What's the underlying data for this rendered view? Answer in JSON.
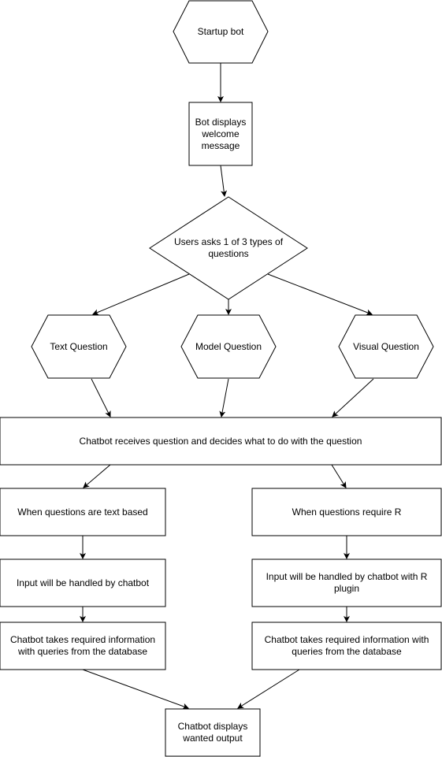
{
  "diagram": {
    "nodes": {
      "startup": "Startup bot",
      "welcome": "Bot displays welcome message",
      "ask": "Users asks 1 of 3 types of questions",
      "text_q": "Text Question",
      "model_q": "Model Question",
      "visual_q": "Visual Question",
      "receive": "Chatbot receives question and decides what to do with the question",
      "text_based": "When questions are text based",
      "require_r": "When questions require R",
      "handled_chatbot": "Input will be handled by chatbot",
      "handled_r": "Input will be handled by chatbot with R plugin",
      "db_left": "Chatbot takes required information with queries from the database",
      "db_right": "Chatbot takes required information with queries from the database",
      "output": "Chatbot displays wanted output"
    }
  }
}
